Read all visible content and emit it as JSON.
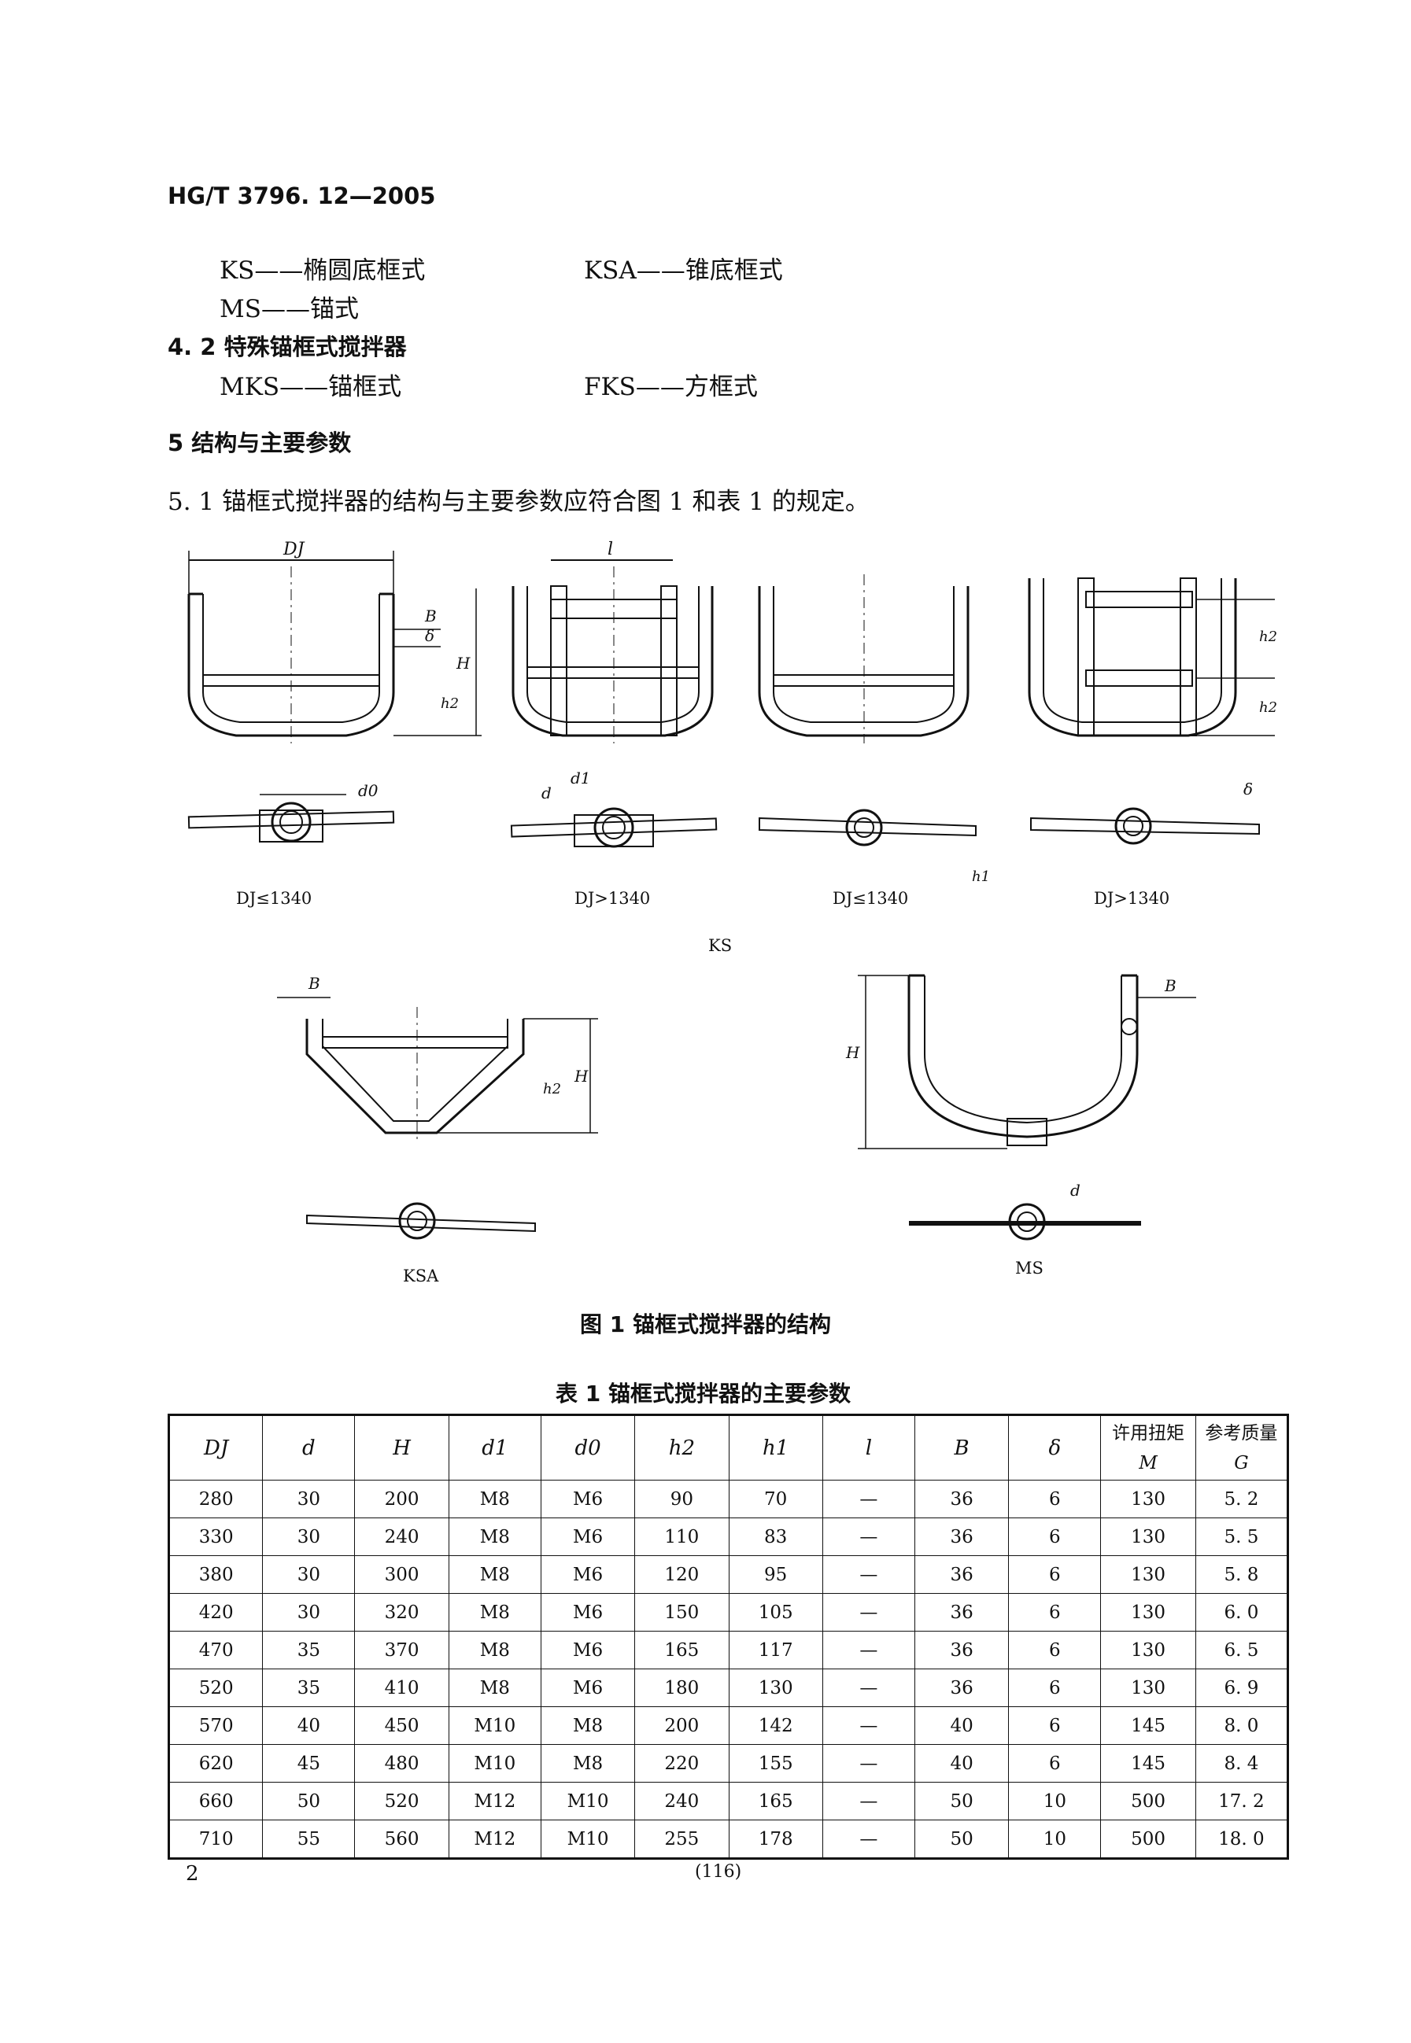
{
  "header": {
    "standard": "HG/T 3796. 12—2005"
  },
  "types": {
    "ks": "KS——椭圆底框式",
    "ksa": "KSA——锥底框式",
    "ms": "MS——锚式",
    "sec42": "4. 2  特殊锚框式搅拌器",
    "mks": "MKS——锚框式",
    "fks": "FKS——方框式"
  },
  "section5": {
    "title": "5  结构与主要参数",
    "p51": "5. 1  锚框式搅拌器的结构与主要参数应符合图 1 和表 1 的规定。"
  },
  "figure": {
    "caption": "图 1  锚框式搅拌器的结构",
    "ks_label": "KS",
    "ksa_label": "KSA",
    "ms_label": "MS",
    "cond1": "DJ≤1340",
    "cond2": "DJ>1340",
    "cond3": "DJ≤1340",
    "cond4": "DJ>1340",
    "labels": {
      "DJ": "DJ",
      "B": "B",
      "delta": "δ",
      "H": "H",
      "h2": "h2",
      "h1": "h1",
      "l": "l",
      "d0": "d0",
      "d1": "d1",
      "d": "d"
    }
  },
  "table": {
    "caption": "表 1  锚框式搅拌器的主要参数",
    "headers": [
      "DJ",
      "d",
      "H",
      "d1",
      "d0",
      "h2",
      "h1",
      "l",
      "B",
      "δ",
      "许用扭矩 M",
      "参考质量 G"
    ],
    "header_main": {
      "torque": "许用扭矩",
      "torque_sym": "M",
      "mass": "参考质量",
      "mass_sym": "G"
    },
    "rows": [
      [
        "280",
        "30",
        "200",
        "M8",
        "M6",
        "90",
        "70",
        "—",
        "36",
        "6",
        "130",
        "5. 2"
      ],
      [
        "330",
        "30",
        "240",
        "M8",
        "M6",
        "110",
        "83",
        "—",
        "36",
        "6",
        "130",
        "5. 5"
      ],
      [
        "380",
        "30",
        "300",
        "M8",
        "M6",
        "120",
        "95",
        "—",
        "36",
        "6",
        "130",
        "5. 8"
      ],
      [
        "420",
        "30",
        "320",
        "M8",
        "M6",
        "150",
        "105",
        "—",
        "36",
        "6",
        "130",
        "6. 0"
      ],
      [
        "470",
        "35",
        "370",
        "M8",
        "M6",
        "165",
        "117",
        "—",
        "36",
        "6",
        "130",
        "6. 5"
      ],
      [
        "520",
        "35",
        "410",
        "M8",
        "M6",
        "180",
        "130",
        "—",
        "36",
        "6",
        "130",
        "6. 9"
      ],
      [
        "570",
        "40",
        "450",
        "M10",
        "M8",
        "200",
        "142",
        "—",
        "40",
        "6",
        "145",
        "8. 0"
      ],
      [
        "620",
        "45",
        "480",
        "M10",
        "M8",
        "220",
        "155",
        "—",
        "40",
        "6",
        "145",
        "8. 4"
      ],
      [
        "660",
        "50",
        "520",
        "M12",
        "M10",
        "240",
        "165",
        "—",
        "50",
        "10",
        "500",
        "17. 2"
      ],
      [
        "710",
        "55",
        "560",
        "M12",
        "M10",
        "255",
        "178",
        "—",
        "50",
        "10",
        "500",
        "18. 0"
      ]
    ]
  },
  "footer": {
    "page": "2",
    "folio": "(116)"
  }
}
